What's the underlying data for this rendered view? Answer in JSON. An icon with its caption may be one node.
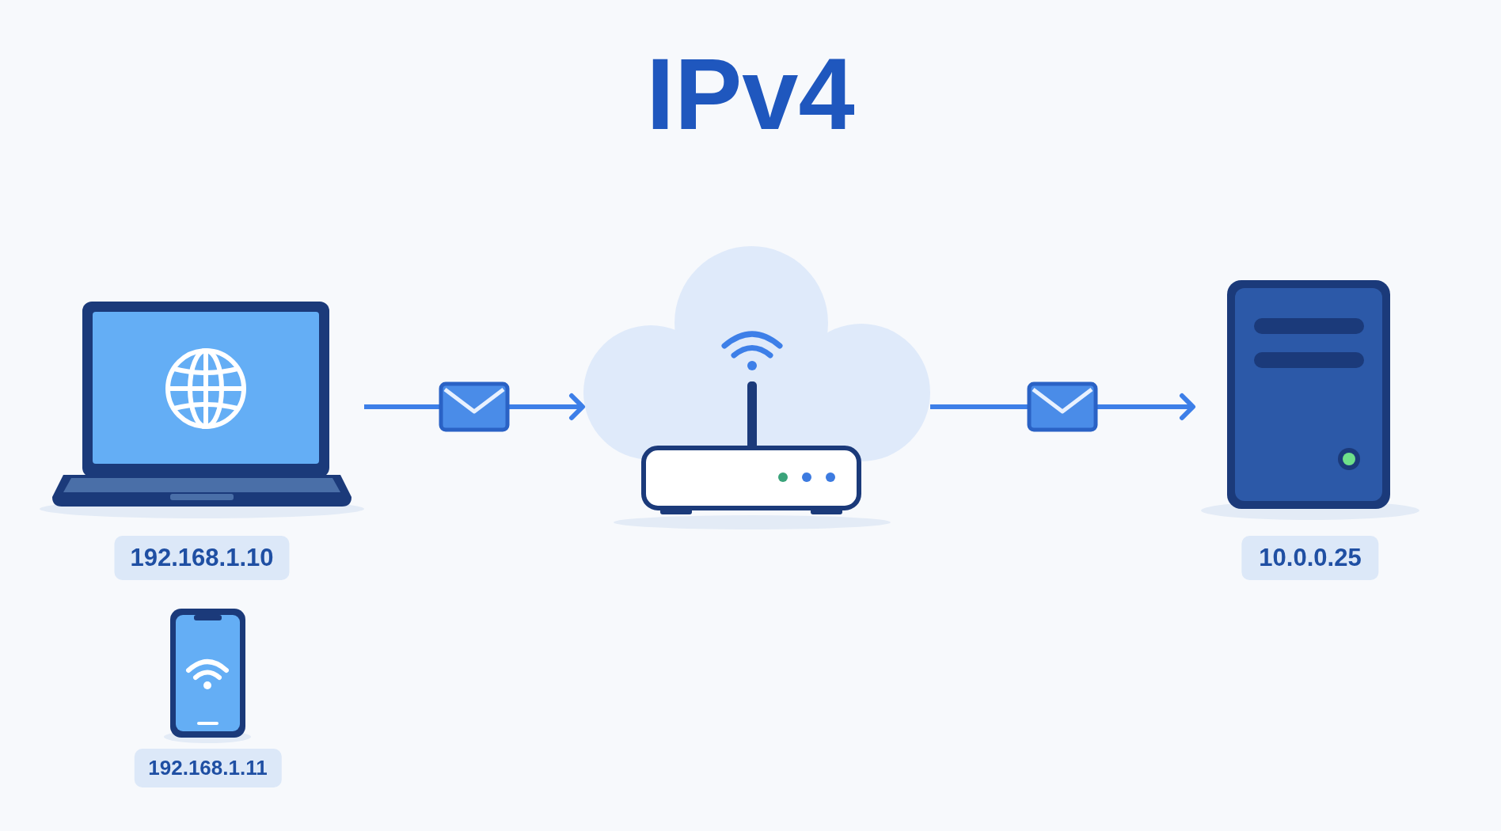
{
  "diagram": {
    "title": "IPv4",
    "nodes": [
      {
        "text": [],
        "shape": "laptop",
        "beside": [
          "192.168.1.10"
        ]
      },
      {
        "text": [],
        "shape": "phone",
        "beside": [
          "192.168.1.11"
        ]
      },
      {
        "text": [],
        "shape": "cloud"
      },
      {
        "text": [],
        "shape": "router",
        "in": 2
      },
      {
        "text": [],
        "shape": "server",
        "beside": [
          "10.0.0.25"
        ]
      }
    ],
    "edges": [
      {
        "from": 0,
        "to": 2,
        "arrow": "to"
      },
      {
        "from": 2,
        "to": 4,
        "arrow": "to"
      }
    ]
  }
}
